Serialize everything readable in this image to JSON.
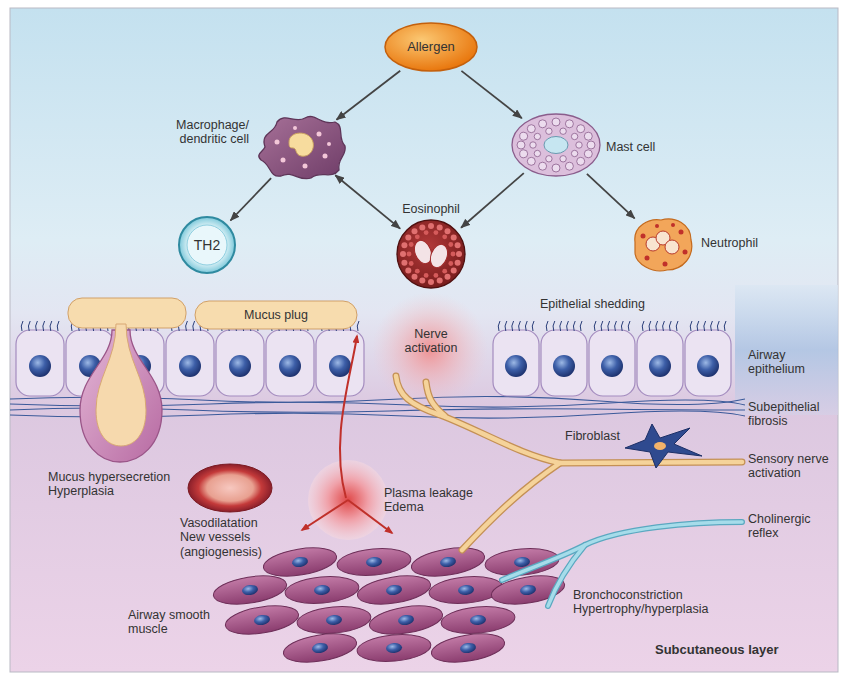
{
  "diagram": {
    "nodes": [
      {
        "text": [
          "Allergen"
        ]
      },
      {
        "text": [
          "Macrophage/ dendritic cell"
        ]
      },
      {
        "text": [
          "Mast cell"
        ]
      },
      {
        "text": [
          "TH2"
        ]
      },
      {
        "text": [
          "Eosinophil"
        ]
      },
      {
        "text": [
          "Neutrophil"
        ]
      },
      {
        "text": [
          "Mucus plug"
        ]
      }
    ],
    "edges": [
      {
        "from": 0,
        "to": 1,
        "arrow": "to"
      },
      {
        "from": 0,
        "to": 2,
        "arrow": "to"
      },
      {
        "from": 1,
        "to": 3,
        "arrow": "to"
      },
      {
        "from": 1,
        "to": 4,
        "arrow": "both"
      },
      {
        "from": 2,
        "to": 4,
        "arrow": "to"
      },
      {
        "from": 2,
        "to": 5,
        "arrow": "to"
      }
    ],
    "labels": [
      "Epithelial shedding",
      "Nerve activation",
      "Airway epithelium",
      "Subepithelial fibrosis",
      "Fibroblast",
      "Sensory nerve activation",
      "Mucus hypersecretion Hyperplasia",
      "Vasodilatation New vessels (angiogenesis)",
      "Plasma leakage Edema",
      "Cholinergic reflex",
      "Airway smooth muscle",
      "Bronchoconstriction Hypertrophy/hyperplasia",
      "Subcutaneous layer"
    ]
  }
}
